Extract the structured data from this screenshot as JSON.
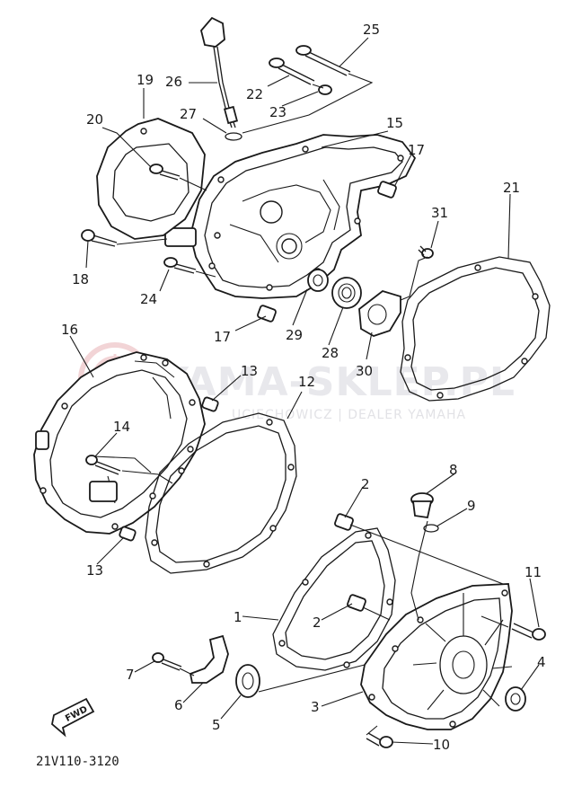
{
  "diagram": {
    "callouts": {
      "c1": "1",
      "c2a": "2",
      "c2b": "2",
      "c3": "3",
      "c4": "4",
      "c5": "5",
      "c6": "6",
      "c7": "7",
      "c8": "8",
      "c9": "9",
      "c10": "10",
      "c11": "11",
      "c12": "12",
      "c13a": "13",
      "c13b": "13",
      "c14": "14",
      "c15": "15",
      "c16": "16",
      "c17a": "17",
      "c17b": "17",
      "c18": "18",
      "c19": "19",
      "c20": "20",
      "c21": "21",
      "c22": "22",
      "c23": "23",
      "c24": "24",
      "c25": "25",
      "c26": "26",
      "c27": "27",
      "c28": "28",
      "c29": "29",
      "c30": "30",
      "c31": "31"
    },
    "fwd_label": "FWD",
    "diagram_code": "21V110-3120"
  },
  "watermark": {
    "main_text": "YAMA-SKLEP.PL",
    "sub_text": "UCIECHOWICZ | DEALER YAMAHA",
    "color": "#e8e8ec"
  }
}
